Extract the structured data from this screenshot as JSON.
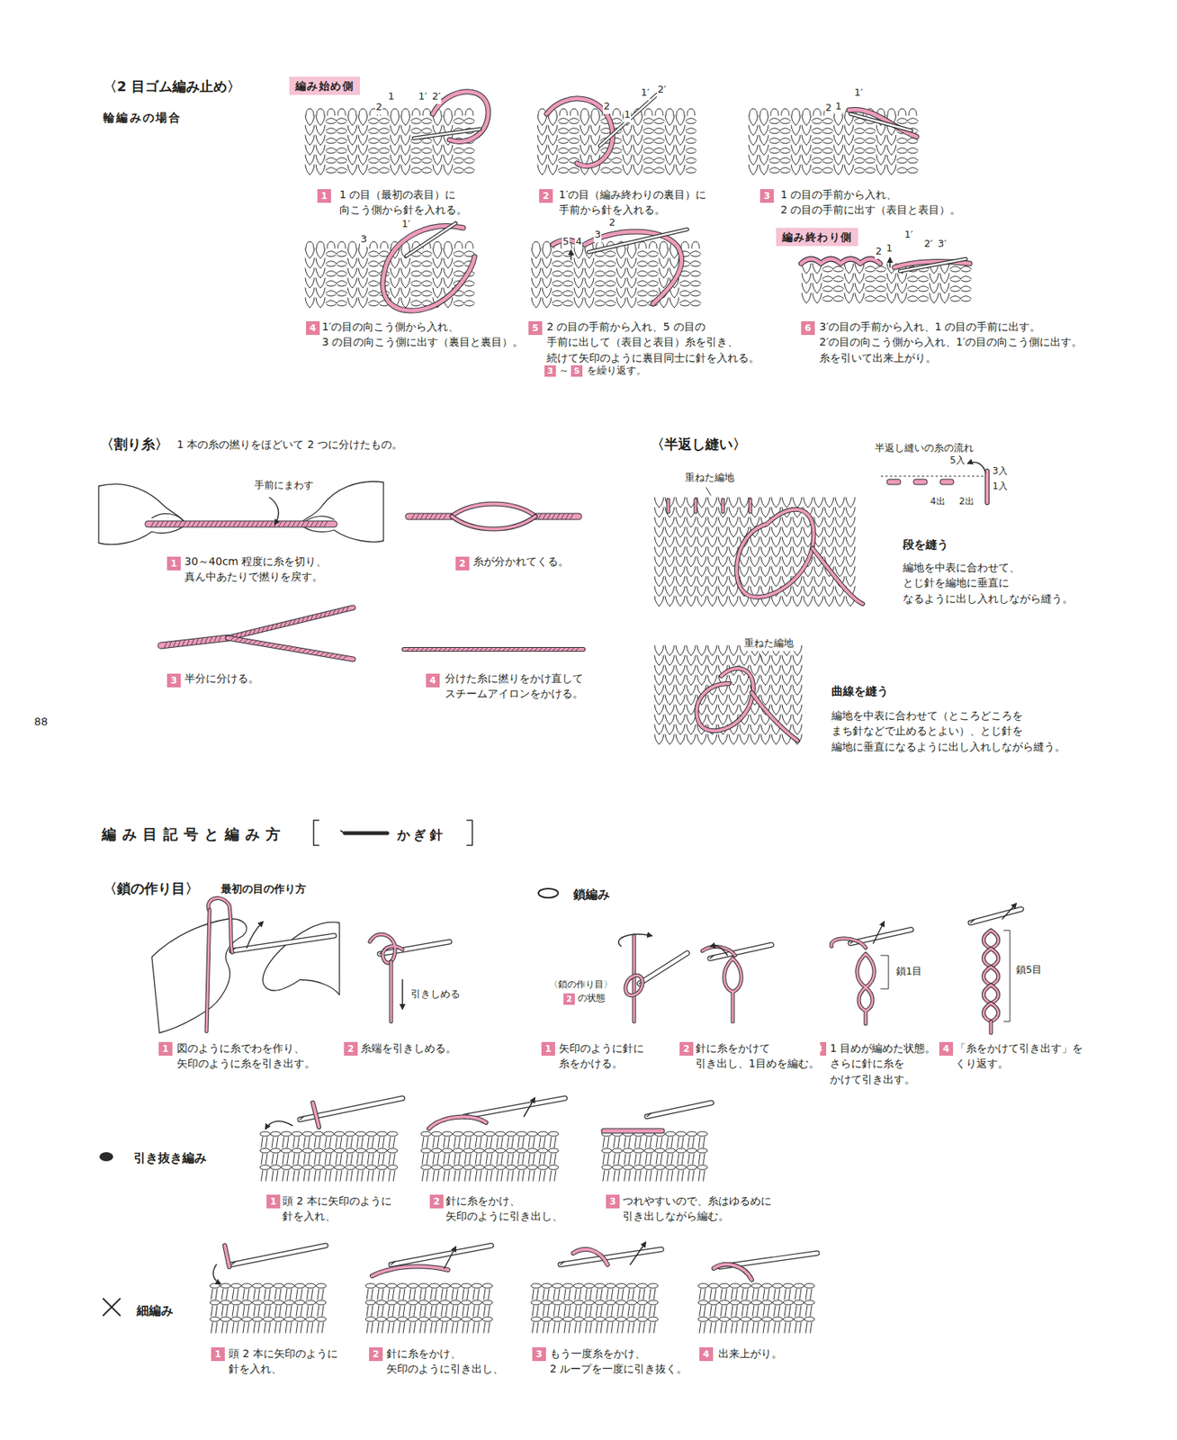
{
  "diagram": {
    "nodes": [
      {
        "text": [
          "編み始め側"
        ]
      },
      {
        "text": [
          "1"
        ]
      },
      {
        "text": [
          "2"
        ]
      },
      {
        "text": [
          "3"
        ]
      },
      {
        "text": [
          "4"
        ]
      },
      {
        "text": [
          "5"
        ]
      },
      {
        "text": [
          "3"
        ]
      },
      {
        "text": [
          "5"
        ]
      },
      {
        "text": [
          "編み終わり側"
        ]
      },
      {
        "text": [
          "6"
        ]
      },
      {
        "text": [
          "1"
        ]
      },
      {
        "text": [
          "2"
        ]
      },
      {
        "text": [
          "3"
        ]
      },
      {
        "text": [
          "4"
        ]
      },
      {
        "text": [
          "1"
        ]
      },
      {
        "text": [
          "2"
        ]
      },
      {
        "text": [
          "2"
        ]
      },
      {
        "text": [
          "1"
        ]
      },
      {
        "text": [
          "2"
        ]
      },
      {
        "text": [
          "3"
        ]
      },
      {
        "text": [
          "4"
        ]
      },
      {
        "text": [
          "1"
        ]
      },
      {
        "text": [
          "2"
        ]
      },
      {
        "text": [
          "3"
        ]
      },
      {
        "text": [
          "1"
        ]
      },
      {
        "text": [
          "2"
        ]
      },
      {
        "text": [
          "3"
        ]
      },
      {
        "text": [
          "4"
        ]
      }
    ],
    "labels": [
      "〈2 目ゴム編み止め〉",
      "輪編みの場合",
      "1 の目（最初の表目）に 向こう側から針を入れる。",
      "1′の目（編み終わりの裏目）に 手前から針を入れる。",
      "1 の目の手前から入れ、 2 の目の手前に出す（表目と表目）。",
      "1′の目の向こう側から入れ、 3 の目の向こう側に出す（裏目と裏目）。",
      "2 の目の手前から入れ、5 の目の 手前に出して（表目と表目）糸を引き、 続けて矢印のように裏目同士に針を入れる。",
      "～",
      "を繰り返す。",
      "3′の目の手前から入れ、1 の目の手前に出す。 2′の目の向こう側から入れ、1′の目の向こう側に出す。 糸を引いて出来上がり。",
      "2",
      "1",
      "1′",
      "2′",
      "2",
      "1",
      "1′",
      "2′",
      "2",
      "1",
      "1′",
      "1′",
      "3",
      "5",
      "4",
      "3",
      "2",
      "2",
      "1",
      "1′",
      "2′",
      "3′",
      "〈割り糸〉",
      "1 本の糸の撚りをほどいて 2 つに分けたもの。",
      "手前にまわす",
      "30～40cm 程度に糸を切り、 真ん中あたりで撚りを戻す。",
      "糸が分かれてくる。",
      "半分に分ける。",
      "分けた糸に撚りをかけ直して スチームアイロンをかける。",
      "88",
      "〈半返し縫い〉",
      "半返し縫いの糸の流れ",
      "5入",
      "3入",
      "1入",
      "4出",
      "2出",
      "重ねた編地",
      "段を縫う",
      "編地を中表に合わせて、 とじ針を編地に垂直に なるように出し入れしながら縫う。",
      "重ねた編地",
      "曲線を縫う",
      "編地を中表に合わせて（ところどころを まち針などで止めるとよい）、とじ針を 編地に垂直になるように出し入れしながら縫う。",
      "編み目記号と編み方",
      "かぎ針",
      "〈鎖の作り目〉",
      "最初の目の作り方",
      "図のように糸でわを作り、 矢印のように糸を引き出す。",
      "引きしめる",
      "糸端を引きしめる。",
      "鎖編み",
      "〈鎖の作り目〉",
      "の状態",
      "矢印のように針に 糸をかける。",
      "針に糸をかけて 引き出し、1目めを編む。",
      "1 目めが編めた状態。 さらに針に糸を かけて引き出す。",
      "鎖1目",
      "「糸をかけて引き出す」を くり返す。",
      "鎖5目",
      "引き抜き編み",
      "頭 2 本に矢印のように 針を入れ、",
      "針に糸をかけ、 矢印のように引き出し、",
      "つれやすいので、糸はゆるめに 引き出しながら編む。",
      "細編み",
      "頭 2 本に矢印のように 針を入れ、",
      "針に糸をかけ、 矢印のように引き出し、",
      "もう一度糸をかけ、 2 ループを一度に引き抜く。",
      "出来上がり。"
    ]
  }
}
